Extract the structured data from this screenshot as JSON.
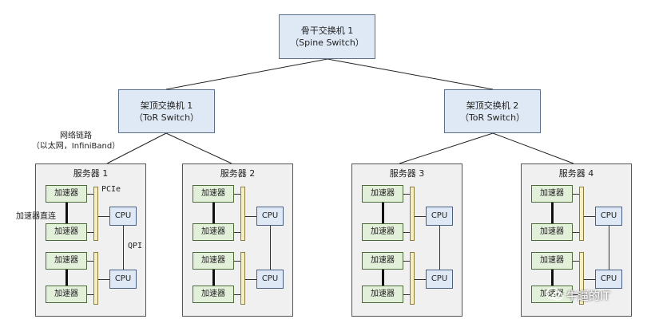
{
  "spine": {
    "line1": "骨干交换机 1",
    "line2": "（Spine Switch）"
  },
  "tor": [
    {
      "line1": "架顶交换机 1",
      "line2": "（ToR Switch）"
    },
    {
      "line1": "架顶交换机 2",
      "line2": "（ToR Switch）"
    }
  ],
  "network_label": {
    "line1": "网络链路",
    "line2": "（以太网，InfiniBand）"
  },
  "servers": [
    {
      "title": "服务器 1"
    },
    {
      "title": "服务器 2"
    },
    {
      "title": "服务器 3"
    },
    {
      "title": "服务器 4"
    }
  ],
  "accelerator_label": "加速器",
  "cpu_label": "CPU",
  "annotations": {
    "pcie": "PCIe",
    "qpi": "QPI",
    "direct": "加速器直连"
  },
  "watermark": "牛逼的IT",
  "colors": {
    "switch_fill": "#dfe9f5",
    "accelerator_fill": "#e2efd9",
    "pcie_fill": "#f7efc4",
    "server_fill": "#f0f0f0"
  }
}
